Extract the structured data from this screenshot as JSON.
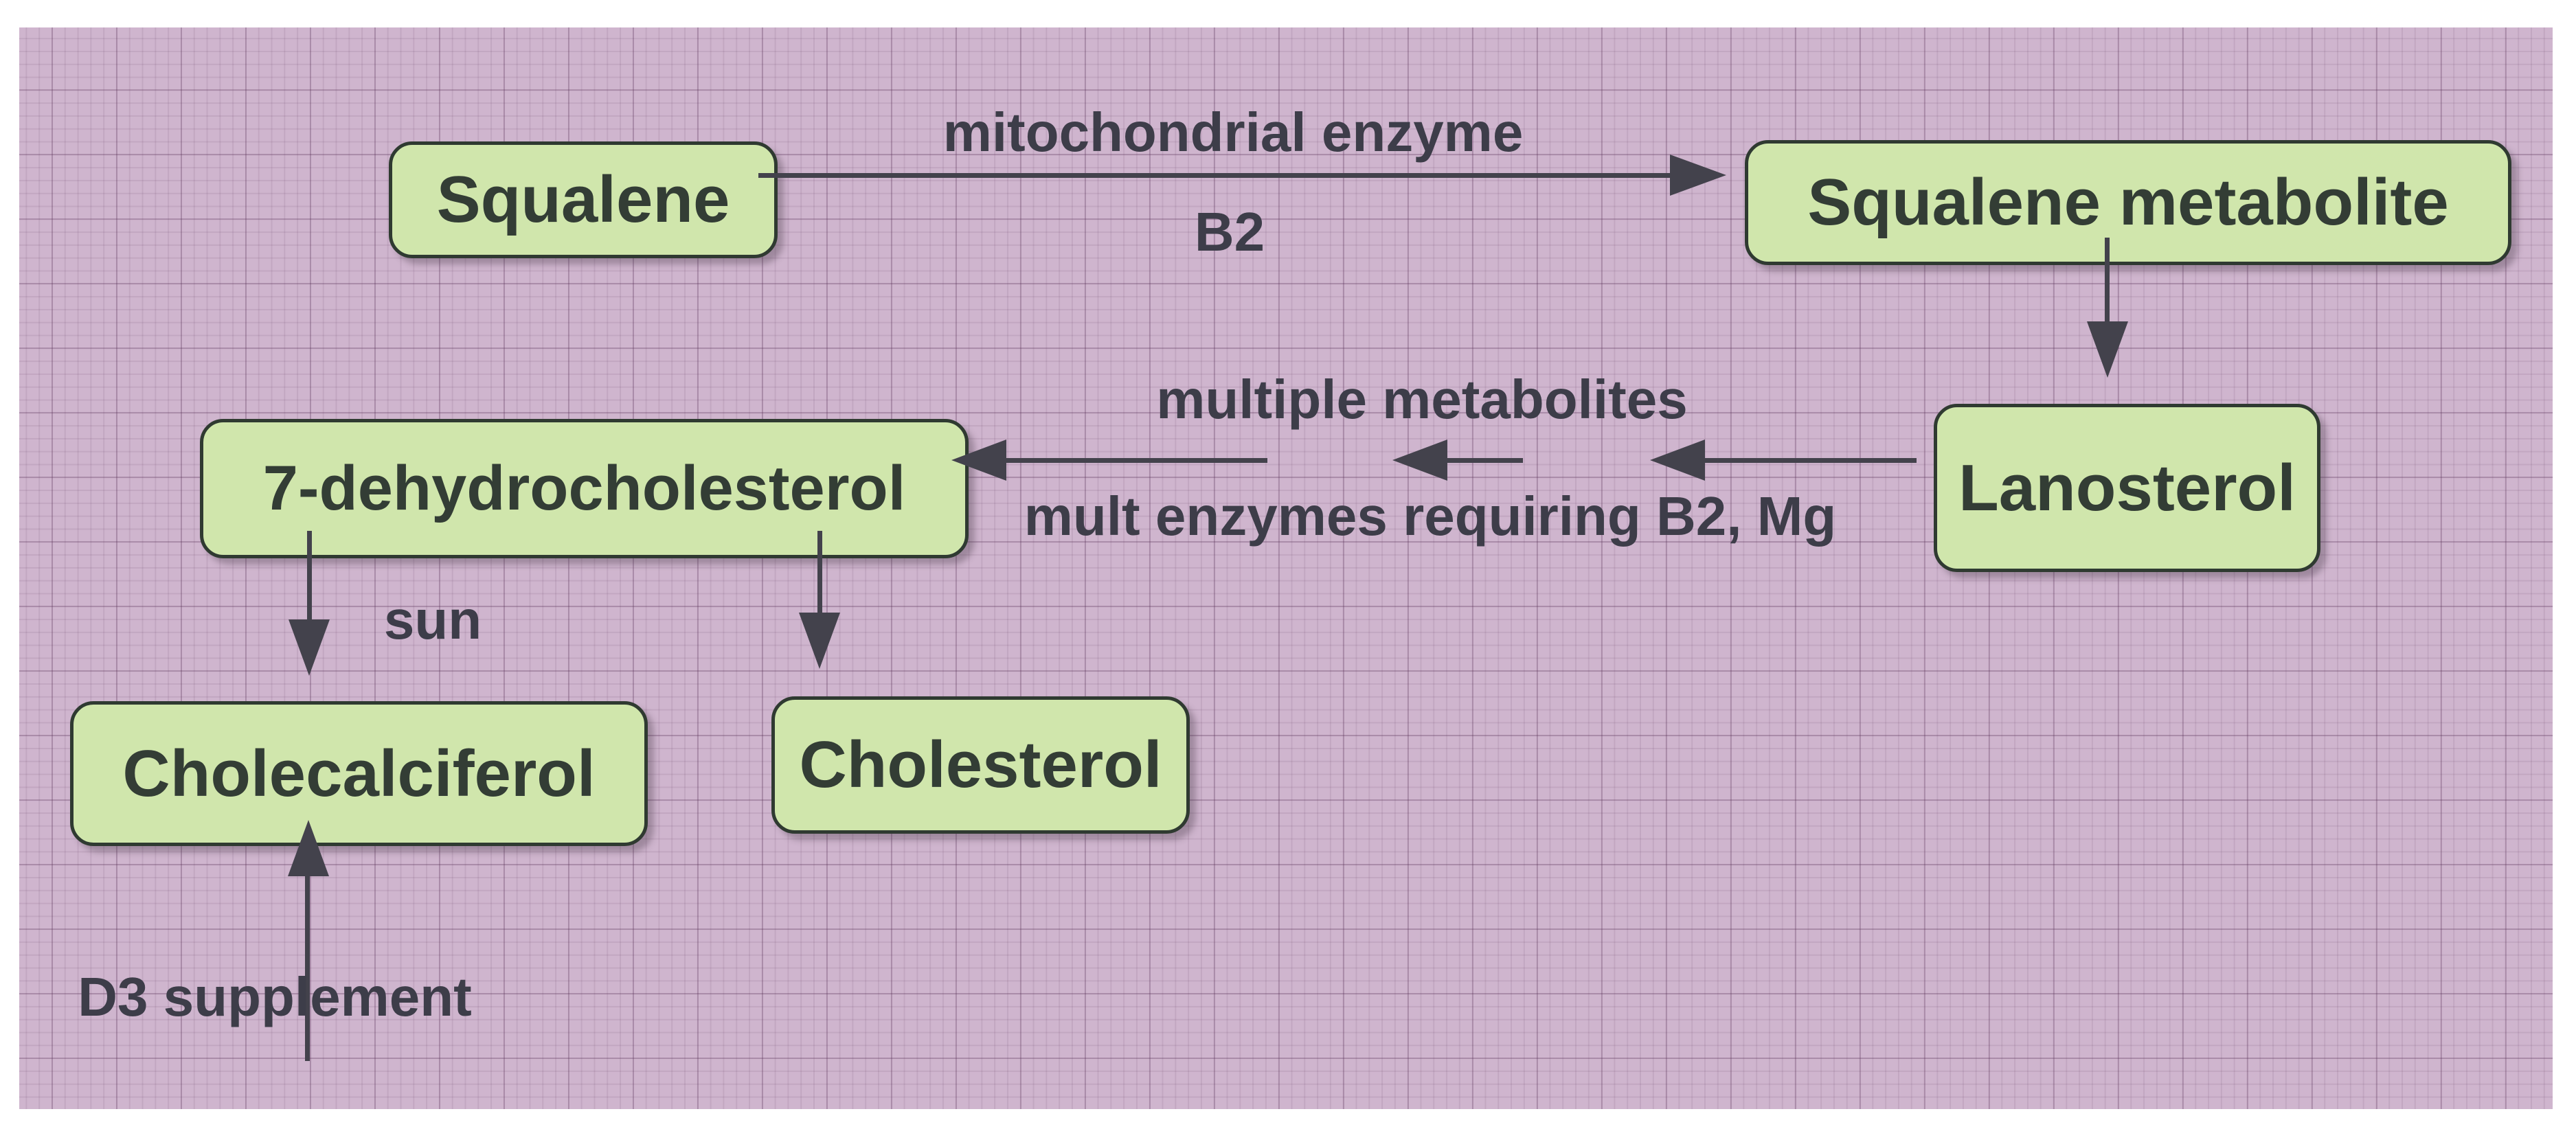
{
  "diagram": {
    "palette": {
      "page_background": "#ffffff",
      "canvas_background": "#cfb5ce",
      "grid_line": "#b799b5",
      "node_fill": "#d0e6ac",
      "node_border": "#2f3a31",
      "node_text": "#333d35",
      "edge_color": "#43424c",
      "edge_label_text": "#3d3d49"
    },
    "nodes": [
      {
        "id": "squalene",
        "label": "Squalene"
      },
      {
        "id": "squalene-metabolite",
        "label": "Squalene metabolite"
      },
      {
        "id": "lanosterol",
        "label": "Lanosterol"
      },
      {
        "id": "7-dehydrocholesterol",
        "label": "7-dehydrocholesterol"
      },
      {
        "id": "cholecalciferol",
        "label": "Cholecalciferol"
      },
      {
        "id": "cholesterol",
        "label": "Cholesterol"
      }
    ],
    "edge_labels": {
      "mitochondrial_enzyme": "mitochondrial enzyme",
      "b2": "B2",
      "multiple_metabolites": "multiple metabolites",
      "mult_enzymes": "mult enzymes requiring B2, Mg",
      "sun": "sun",
      "d3_supplement": "D3 supplement"
    },
    "edges": [
      {
        "from": "Squalene",
        "to": "Squalene metabolite",
        "labels": [
          "mitochondrial enzyme",
          "B2"
        ]
      },
      {
        "from": "Squalene metabolite",
        "to": "Lanosterol",
        "labels": []
      },
      {
        "from": "Lanosterol",
        "to": "7-dehydrocholesterol",
        "labels": [
          "multiple metabolites",
          "mult enzymes requiring B2, Mg"
        ],
        "style": "three chained left arrows"
      },
      {
        "from": "7-dehydrocholesterol",
        "to": "Cholecalciferol",
        "labels": [
          "sun"
        ]
      },
      {
        "from": "7-dehydrocholesterol",
        "to": "Cholesterol",
        "labels": []
      },
      {
        "from": "D3 supplement (external)",
        "to": "Cholecalciferol",
        "labels": [
          "D3 supplement"
        ]
      }
    ]
  }
}
